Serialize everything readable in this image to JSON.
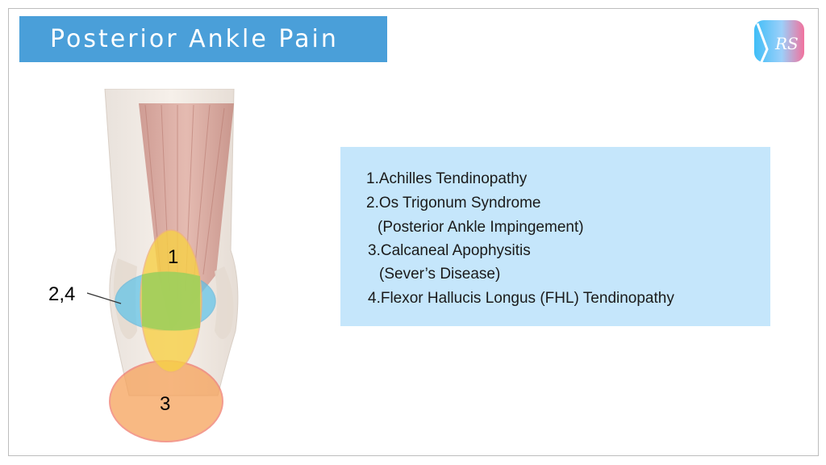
{
  "title": "Posterior Ankle Pain",
  "logo": {
    "icon": "rs-logo-icon",
    "text": "RS",
    "colors": [
      "#4fc3f7",
      "#f48fb1",
      "#ff8a65"
    ]
  },
  "diagram": {
    "labels": {
      "region1": "1",
      "region24": "2,4",
      "region3": "3"
    },
    "colors": {
      "region1": "#f7d046",
      "region24": "#5cc3ea",
      "region3": "#f6a25a",
      "overlap": "#9ccf5b"
    }
  },
  "list": [
    "1.Achilles Tendinopathy",
    "2.Os Trigonum Syndrome",
    "(Posterior Ankle Impingement)",
    "3.Calcaneal Apophysitis",
    "(Sever’s Disease)",
    "4.Flexor Hallucis Longus (FHL) Tendinopathy"
  ]
}
